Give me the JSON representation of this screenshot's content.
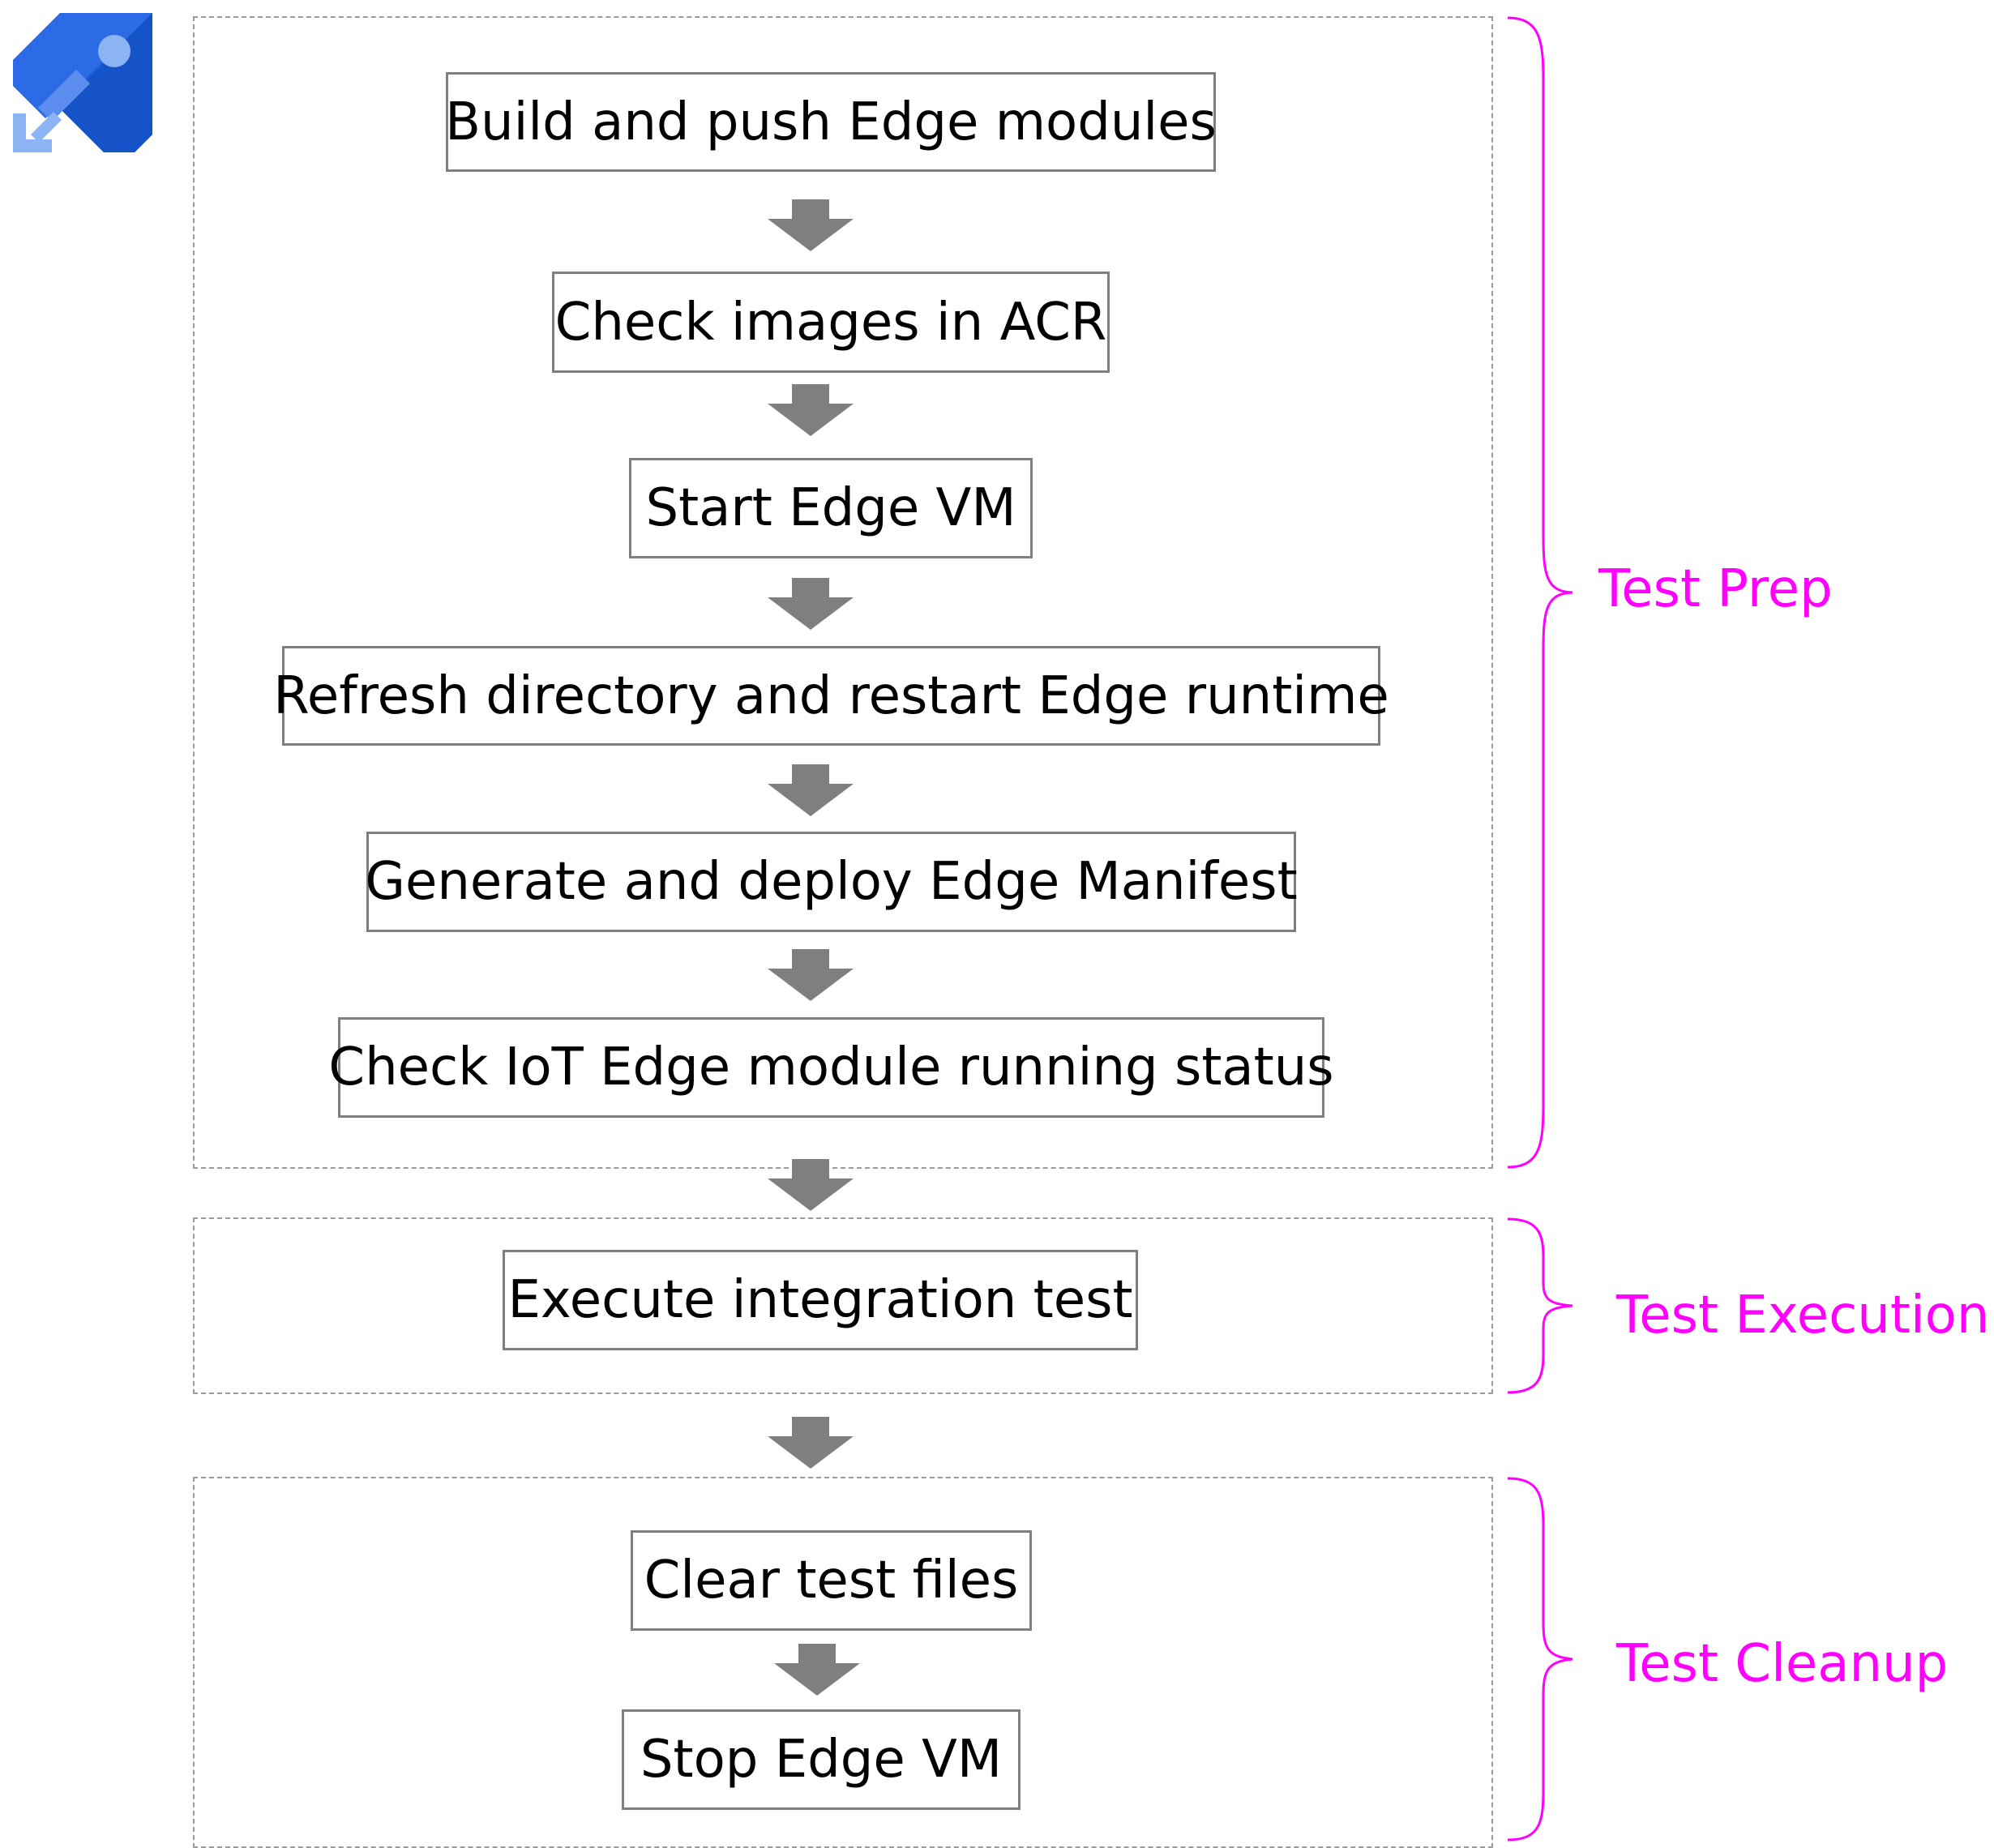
{
  "logo": {
    "icon": "azure-pipelines-icon",
    "colors": [
      "#1e5bd8",
      "#5b8def",
      "#8cb4f5"
    ]
  },
  "colors": {
    "step_border": "#7f7f7f",
    "arrow": "#7f7f7f",
    "section_frame": "#9a9a9a",
    "section_label": "#ff00ff"
  },
  "sections": {
    "prep": {
      "label": "Test Prep",
      "steps": [
        "Build and push Edge modules",
        "Check images in ACR",
        "Start Edge VM",
        "Refresh directory and restart Edge runtime",
        "Generate and deploy Edge Manifest",
        "Check IoT Edge module running status"
      ]
    },
    "execution": {
      "label": "Test Execution",
      "steps": [
        "Execute integration test"
      ]
    },
    "cleanup": {
      "label": "Test Cleanup",
      "steps": [
        "Clear test files",
        "Stop Edge VM"
      ]
    }
  }
}
